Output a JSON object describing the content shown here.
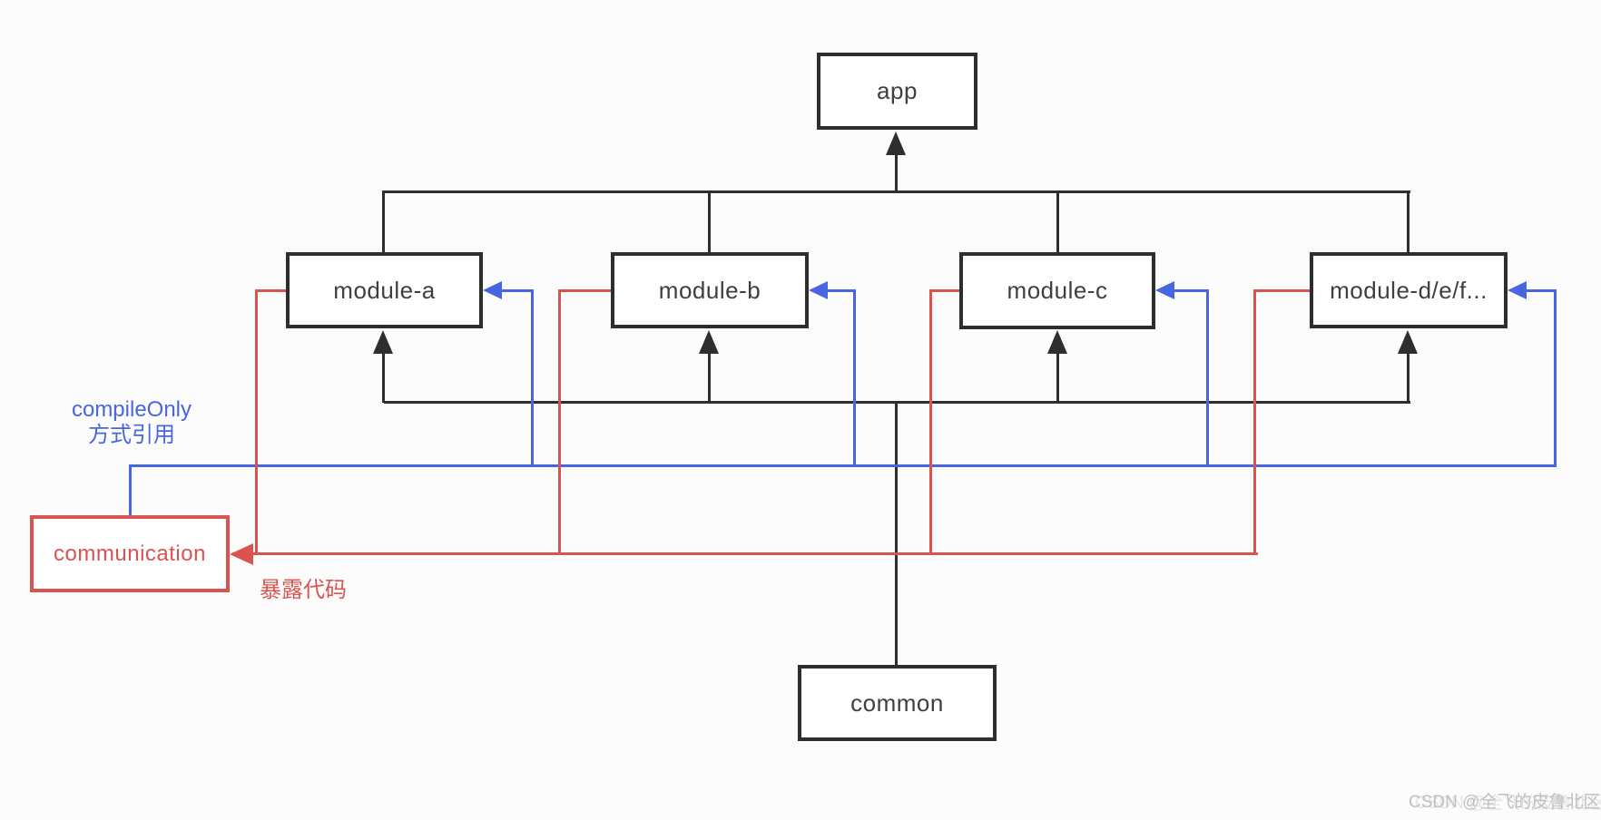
{
  "colors": {
    "ink": "#2e2e2e",
    "blue": "#4766df",
    "red": "#d9534f",
    "text": "#3f3f3f",
    "watermark": "#ababab",
    "bg": "#fcfcfc"
  },
  "nodes": {
    "app": {
      "label": "app"
    },
    "module_a": {
      "label": "module-a"
    },
    "module_b": {
      "label": "module-b"
    },
    "module_c": {
      "label": "module-c"
    },
    "module_def": {
      "label": "module-d/e/f..."
    },
    "common": {
      "label": "common"
    },
    "communication": {
      "label": "communication"
    }
  },
  "annotations": {
    "compile_only_line1": "compileOnly",
    "compile_only_line2": "方式引用",
    "expose_code": "暴露代码"
  },
  "watermark": {
    "text": "CSDN @全飞的皮鲁北区"
  }
}
